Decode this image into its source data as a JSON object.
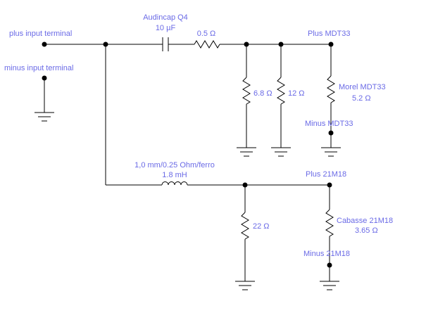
{
  "colors": {
    "label": "#6a6ae6",
    "wire": "#000000",
    "background": "#ffffff"
  },
  "labels": {
    "plus_input": "plus input terminal",
    "minus_input": "minus input terminal",
    "cap_name": "Audincap Q4",
    "cap_value": "10 µF",
    "r_series": "0.5 Ω",
    "plus_mdt": "Plus MDT33",
    "r_6_8": "6.8 Ω",
    "r_12": "12 Ω",
    "morel_name": "Morel MDT33",
    "morel_value": "5.2 Ω",
    "minus_mdt": "Minus MDT33",
    "coil_name": "1,0 mm/0.25 Ohm/ferro",
    "coil_value": "1.8 mH",
    "plus_21m": "Plus 21M18",
    "r_22": "22 Ω",
    "cabasse_name": "Cabasse 21M18",
    "cabasse_value": "3.65 Ω",
    "minus_21m": "Minus 21M18"
  }
}
